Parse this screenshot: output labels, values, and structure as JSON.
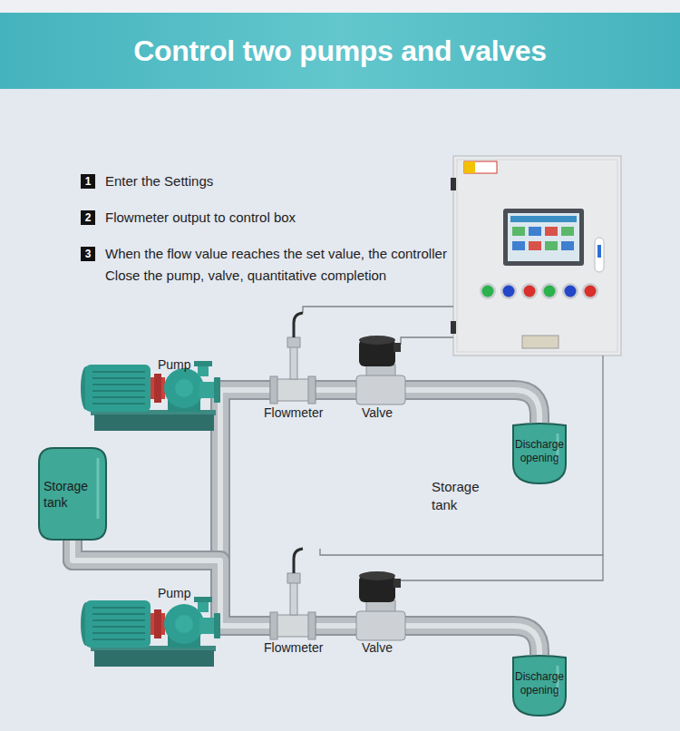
{
  "diagram": {
    "title": "Control two pumps and valves",
    "nodes": [
      {
        "text": [
          "1"
        ]
      },
      {
        "text": [
          "2"
        ]
      },
      {
        "text": [
          "3"
        ]
      },
      {
        "text": [
          "Storage tank"
        ]
      },
      {
        "text": [
          "Discharge opening"
        ]
      },
      {
        "text": [
          "Discharge opening"
        ]
      }
    ],
    "edges": [
      {
        "from": 3,
        "to": 4,
        "arrow": "none"
      },
      {
        "from": 3,
        "to": 5,
        "arrow": "none"
      }
    ],
    "labels": [
      "Enter the Settings",
      "Flowmeter output to control box",
      "When the flow value reaches the set value, the controller Close the pump, valve, quantitative completion",
      "Pump",
      "Flowmeter",
      "Valve",
      "Storage tank",
      "Pump",
      "Flowmeter",
      "Valve"
    ]
  }
}
